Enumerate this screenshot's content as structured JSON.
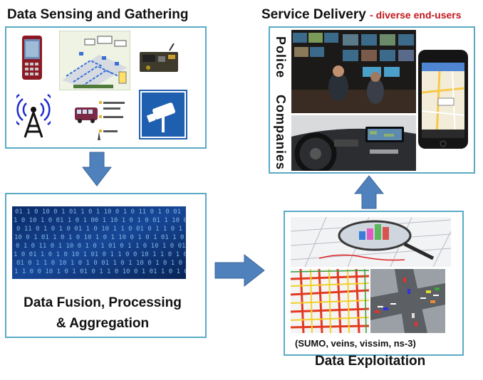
{
  "sensing": {
    "title": "Data Sensing and Gathering"
  },
  "service": {
    "title": "Service Delivery",
    "subtitle": "- diverse end-users",
    "label_police": "Police",
    "label_companies": "Companies"
  },
  "fusion": {
    "line1": "Data Fusion, Processing",
    "line2": "& Aggregation"
  },
  "exploitation": {
    "tools": "(SUMO,  veins, vissim, ns-3)",
    "title": "Data  Exploitation"
  },
  "colors": {
    "border": "#5aaac6",
    "arrow": "#4f81bd",
    "accent_red": "#c0171c"
  }
}
